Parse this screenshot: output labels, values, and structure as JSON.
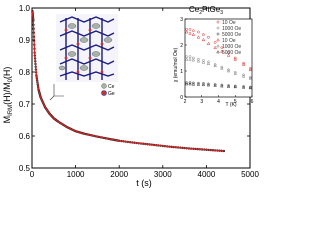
{
  "chart_data": [
    {
      "type": "scatter",
      "title": "Ce2PtGe3",
      "title_parts": {
        "base": "Ce",
        "sub1": "2",
        "mid": "PtGe",
        "sub2": "3"
      },
      "xlabel": "t (s)",
      "ylabel": "M_IRM(H)/M_0(H)",
      "ylabel_parts": {
        "m1": "M",
        "s1": "IRM",
        "p1": "(H)/M",
        "s2": "0",
        "p2": "(H)"
      },
      "xlim": [
        0,
        5000
      ],
      "ylim": [
        0.5,
        1.0
      ],
      "xticks": [
        "0",
        "1000",
        "2000",
        "3000",
        "4000",
        "5000"
      ],
      "yticks": [
        "0.5",
        "0.6",
        "0.7",
        "0.8",
        "0.9",
        "1.0"
      ],
      "x_tick_values": [
        0,
        1000,
        2000,
        3000,
        4000,
        5000
      ],
      "y_tick_values": [
        0.5,
        0.6,
        0.7,
        0.8,
        0.9,
        1.0
      ],
      "series": [
        {
          "x": [
            10,
            30,
            60,
            100,
            150,
            200,
            300,
            400,
            500,
            600,
            800,
            1000,
            1200,
            1500,
            1800,
            2000,
            2400,
            2800,
            3200,
            3600,
            4000,
            4400
          ],
          "y": [
            0.99,
            0.96,
            0.86,
            0.79,
            0.745,
            0.72,
            0.69,
            0.67,
            0.655,
            0.645,
            0.628,
            0.615,
            0.607,
            0.598,
            0.59,
            0.585,
            0.578,
            0.572,
            0.566,
            0.561,
            0.557,
            0.553
          ],
          "color": "#222222",
          "fit_color": "#e02020"
        }
      ],
      "annotations": [
        "Ce",
        "Ge"
      ]
    },
    {
      "type": "scatter",
      "xlabel": "T (K)",
      "ylabel": "χ (emu/mol Oe)",
      "xlim": [
        2,
        6
      ],
      "ylim": [
        0,
        3
      ],
      "xticks": [
        "2",
        "3",
        "4",
        "5",
        "6"
      ],
      "yticks": [
        "0",
        "1",
        "2",
        "3"
      ],
      "x_tick_values": [
        2,
        3,
        4,
        5,
        6
      ],
      "y_tick_values": [
        0,
        1,
        2,
        3
      ],
      "series": [
        {
          "name": "10 Oe",
          "color": "#e03030",
          "marker": "circle",
          "x": [
            2.1,
            2.3,
            2.5,
            2.8,
            3.1,
            3.4,
            3.8,
            4.2,
            4.6,
            5.0,
            5.5,
            5.9
          ],
          "y": [
            2.6,
            2.6,
            2.55,
            2.5,
            2.4,
            2.3,
            2.1,
            1.9,
            1.7,
            1.5,
            1.3,
            1.1
          ]
        },
        {
          "name": "1000 Oe",
          "color": "#808080",
          "marker": "circle",
          "x": [
            2.1,
            2.3,
            2.5,
            2.8,
            3.1,
            3.4,
            3.8,
            4.2,
            4.6,
            5.0,
            5.5,
            5.9
          ],
          "y": [
            1.55,
            1.55,
            1.5,
            1.45,
            1.4,
            1.35,
            1.25,
            1.15,
            1.05,
            0.95,
            0.85,
            0.75
          ]
        },
        {
          "name": "5000 Oe",
          "color": "#303030",
          "marker": "circle",
          "x": [
            2.1,
            2.3,
            2.5,
            2.8,
            3.1,
            3.4,
            3.8,
            4.2,
            4.6,
            5.0,
            5.5,
            5.9
          ],
          "y": [
            0.55,
            0.55,
            0.54,
            0.53,
            0.52,
            0.5,
            0.48,
            0.46,
            0.44,
            0.42,
            0.4,
            0.38
          ]
        },
        {
          "name": "10 Oe",
          "color": "#e03030",
          "marker": "triangle",
          "x": [
            2.1,
            2.3,
            2.5,
            2.8,
            3.1,
            3.4,
            3.8,
            4.2,
            4.6,
            5.0,
            5.5,
            5.9
          ],
          "y": [
            2.5,
            2.45,
            2.4,
            2.3,
            2.2,
            2.05,
            1.9,
            1.75,
            1.6,
            1.45,
            1.25,
            1.05
          ]
        },
        {
          "name": "1000 Oe",
          "color": "#808080",
          "marker": "triangle",
          "x": [
            2.1,
            2.3,
            2.5,
            2.8,
            3.1,
            3.4,
            3.8,
            4.2,
            4.6,
            5.0,
            5.5,
            5.9
          ],
          "y": [
            1.45,
            1.45,
            1.42,
            1.38,
            1.33,
            1.28,
            1.2,
            1.1,
            1.0,
            0.9,
            0.8,
            0.72
          ]
        },
        {
          "name": "5000 Oe",
          "color": "#303030",
          "marker": "triangle",
          "x": [
            2.1,
            2.3,
            2.5,
            2.8,
            3.1,
            3.4,
            3.8,
            4.2,
            4.6,
            5.0,
            5.5,
            5.9
          ],
          "y": [
            0.5,
            0.5,
            0.49,
            0.48,
            0.47,
            0.46,
            0.44,
            0.42,
            0.4,
            0.39,
            0.37,
            0.35
          ]
        }
      ]
    }
  ]
}
